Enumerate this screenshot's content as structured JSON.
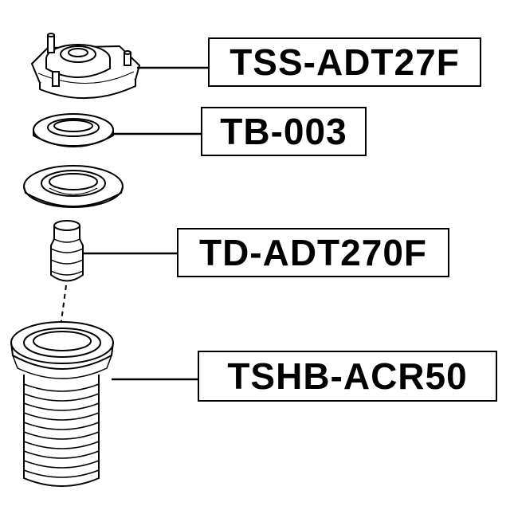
{
  "parts": [
    {
      "code": "TSS-ADT27F",
      "component": "strut-mount-icon"
    },
    {
      "code": "TB-003",
      "component": "bearing-ring-icon"
    },
    {
      "code": "TD-ADT270F",
      "component": "bump-stop-icon"
    },
    {
      "code": "TSHB-ACR50",
      "component": "dust-boot-icon"
    }
  ],
  "colors": {
    "line": "#000000",
    "background": "#ffffff"
  }
}
